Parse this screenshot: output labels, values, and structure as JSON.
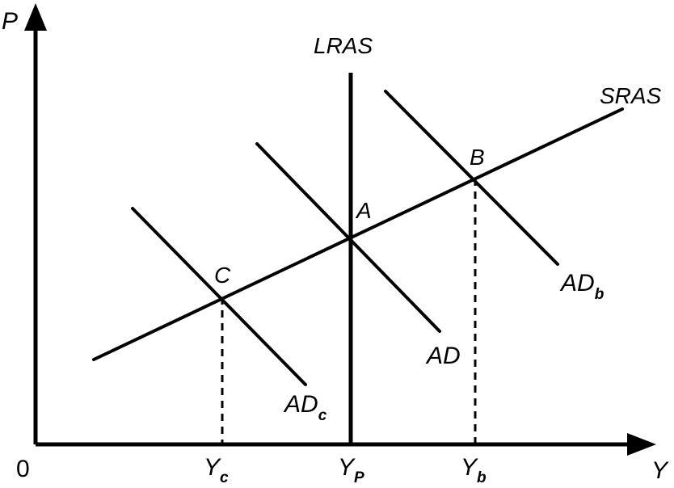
{
  "axes": {
    "y_label": "P",
    "x_label": "Y",
    "origin_label": "0"
  },
  "curves": {
    "lras": "LRAS",
    "sras": "SRAS",
    "ad": "AD",
    "ad_b": {
      "main": "AD",
      "sub": "b"
    },
    "ad_c": {
      "main": "AD",
      "sub": "c"
    }
  },
  "points": {
    "a": "A",
    "b": "B",
    "c": "C"
  },
  "x_ticks": {
    "yc": {
      "main": "Y",
      "sub": "c"
    },
    "yp": {
      "main": "Y",
      "sub": "P"
    },
    "yb": {
      "main": "Y",
      "sub": "b"
    }
  }
}
